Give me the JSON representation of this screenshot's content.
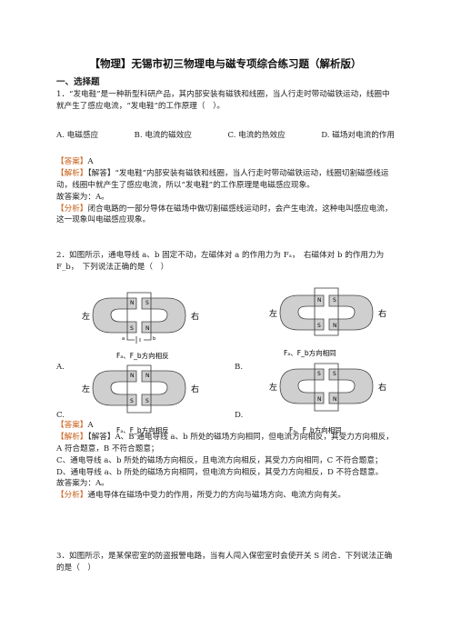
{
  "title": "【物理】无锡市初三物理电与磁专项综合练习题（解析版）",
  "section": "一、选择题",
  "q1": {
    "stem": "1．“发电鞋”是一种新型科研产品，其内部安装有磁铁和线圈，当人行走时带动磁铁运动，线圈中就产生了感应电流，“发电鞋”的工作原理（　）。",
    "opt_a": "A. 电磁感应",
    "opt_b": "B. 电流的磁效应",
    "opt_c": "C. 电流的热效应",
    "opt_d": "D. 磁场对电流的作用",
    "answer_tag": "【答案】",
    "answer": "A",
    "analysis_tag": "【解析】",
    "analysis": "【解答】“发电鞋”内部安装有磁铁和线圈，当人行走时带动磁铁运动，线圈切割磁感线运动，线圈中就产生了感应电流，所以“发电鞋”的工作原理是电磁感应现象。",
    "conclusion": "故答案为：A。",
    "fenxi_tag": "【分析】",
    "fenxi": "闭合电路的一部分导体在磁场中做切割磁感线运动时，会产生电流，这种电叫感应电流，这一现象叫电磁感应现象。"
  },
  "q2": {
    "stem": "2．如图所示，通电导线 a、b 固定不动，左磁体对 a 的作用力为 Fₐ，　右磁体对 b 的作用力为 F_b，　下列说法正确的是（　）",
    "figs": [
      {
        "letter": "A.",
        "caption": "Fₐ、F_b方向相反",
        "left": "左",
        "right": "右"
      },
      {
        "letter": "B.",
        "caption": "Fₐ、F_b方向相同",
        "left": "左",
        "right": "右"
      },
      {
        "letter": "C.",
        "caption": "Fₐ、F_b方向相反",
        "left": "左",
        "right": "右"
      },
      {
        "letter": "D.",
        "caption": "Fₐ、F_b方向相同",
        "left": "左",
        "right": "右"
      }
    ],
    "answer_tag": "【答案】",
    "answer": "A",
    "analysis_tag": "【解析】",
    "analysis_1": "【解答】A、B 通电导线 a、b 所处的磁场方向相同，但电流方向相反，其受力方向相反，A 符合题意，B 不符合题意；",
    "analysis_2": "C、通电导线 a、b 所处的磁场方向相反，且电流方向相反，其受力方向相同，C 不符合题意；",
    "analysis_3": "D、通电导线 a、b 所处的磁场方向相同，但电流方向相反，其受力方向相反，D 不符合题意。",
    "conclusion": "故答案为：A。",
    "fenxi_tag": "【分析】",
    "fenxi": "通电导体在磁场中受力的作用，所受力的方向与磁场方向、电流方向有关。"
  },
  "q3": {
    "stem": "3．如图所示，是某保密室的防盗报警电路，当有人闯入保密室时会使开关 S 闭合．下列说法正确的是（　）"
  },
  "labels": {
    "n": "N",
    "s": "S",
    "a": "a",
    "b": "b",
    "plus": "+",
    "minus": "－"
  }
}
